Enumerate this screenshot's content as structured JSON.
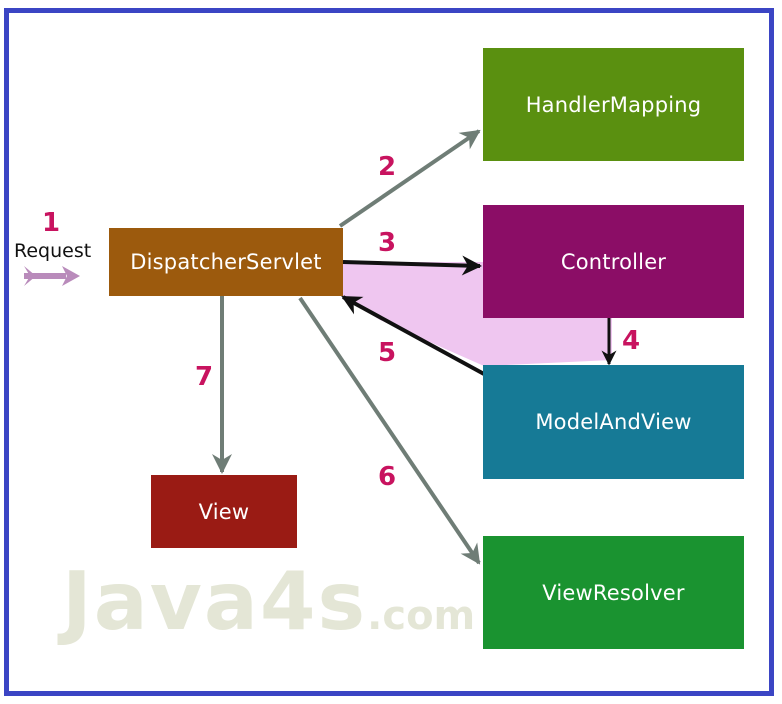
{
  "diagram": {
    "request": {
      "step": "1",
      "label": "Request"
    },
    "boxes": {
      "dispatcher": {
        "label": "DispatcherServlet",
        "color": "#9c5a0d"
      },
      "handler_mapping": {
        "label": "HandlerMapping",
        "color": "#5a9010"
      },
      "controller": {
        "label": "Controller",
        "color": "#8b0d66"
      },
      "model_and_view": {
        "label": "ModelAndView",
        "color": "#167a96"
      },
      "view_resolver": {
        "label": "ViewResolver",
        "color": "#1a9330"
      },
      "view": {
        "label": "View",
        "color": "#9a1b14"
      }
    },
    "steps": {
      "s2": "2",
      "s3": "3",
      "s4": "4",
      "s5": "5",
      "s6": "6",
      "s7": "7"
    },
    "colors": {
      "frame": "#3b45c4",
      "step_number": "#c8135f",
      "arrow_gray": "#6f7d76",
      "arrow_dark": "#111111",
      "highlight": "#efc6f0",
      "request_arrow": "#b98bbb"
    },
    "watermark": {
      "main": "Java4s",
      "suffix": ".com"
    }
  }
}
